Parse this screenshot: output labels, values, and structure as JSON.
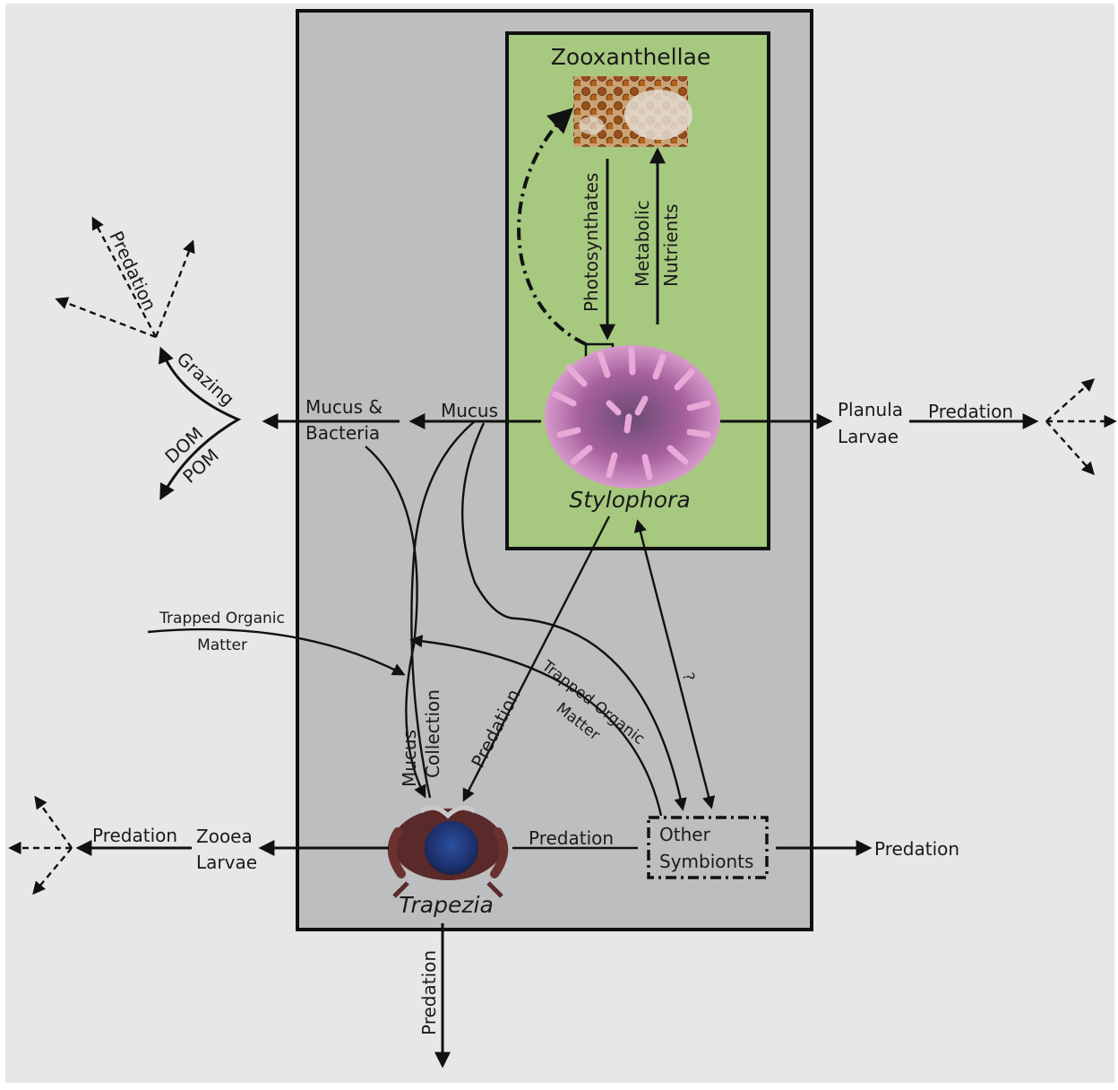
{
  "nodes": {
    "zooxanthellae": "Zooxanthellae",
    "stylophora": "Stylophora",
    "trapezia": "Trapezia",
    "other_symbionts_line1": "Other",
    "other_symbionts_line2": "Symbionts",
    "planula_line1": "Planula",
    "planula_line2": "Larvae",
    "zooea_line1": "Zooeа",
    "zooea_line2": "Larvae",
    "mucus_bacteria_line1": "Mucus &",
    "mucus_bacteria_line2": "Bacteria"
  },
  "flows": {
    "photosynthates": "Photosynthates",
    "metabolic": "Metabolic",
    "nutrients": "Nutrients",
    "mucus": "Mucus",
    "grazing": "Grazing",
    "dom": "DOM",
    "pom": "POM",
    "predation_top_left": "Predation",
    "predation_planula": "Predation",
    "predation_zooea": "Predation",
    "predation_other": "Predation",
    "predation_crab_other": "Predation",
    "predation_stylophora": "Predation",
    "predation_bottom": "Predation",
    "trapped_om_left_line1": "Trapped Organic",
    "trapped_om_left_line2": "Matter",
    "trapped_om_right_line1": "Trapped Organic",
    "trapped_om_right_line2": "Matter",
    "mucus_collection_line1": "Mucus",
    "mucus_collection_line2": "Collection",
    "unknown": "?"
  },
  "colors": {
    "background": "#e6e7e8",
    "outer_box": "#bcbec0",
    "inner_box": "#a6c97f"
  }
}
